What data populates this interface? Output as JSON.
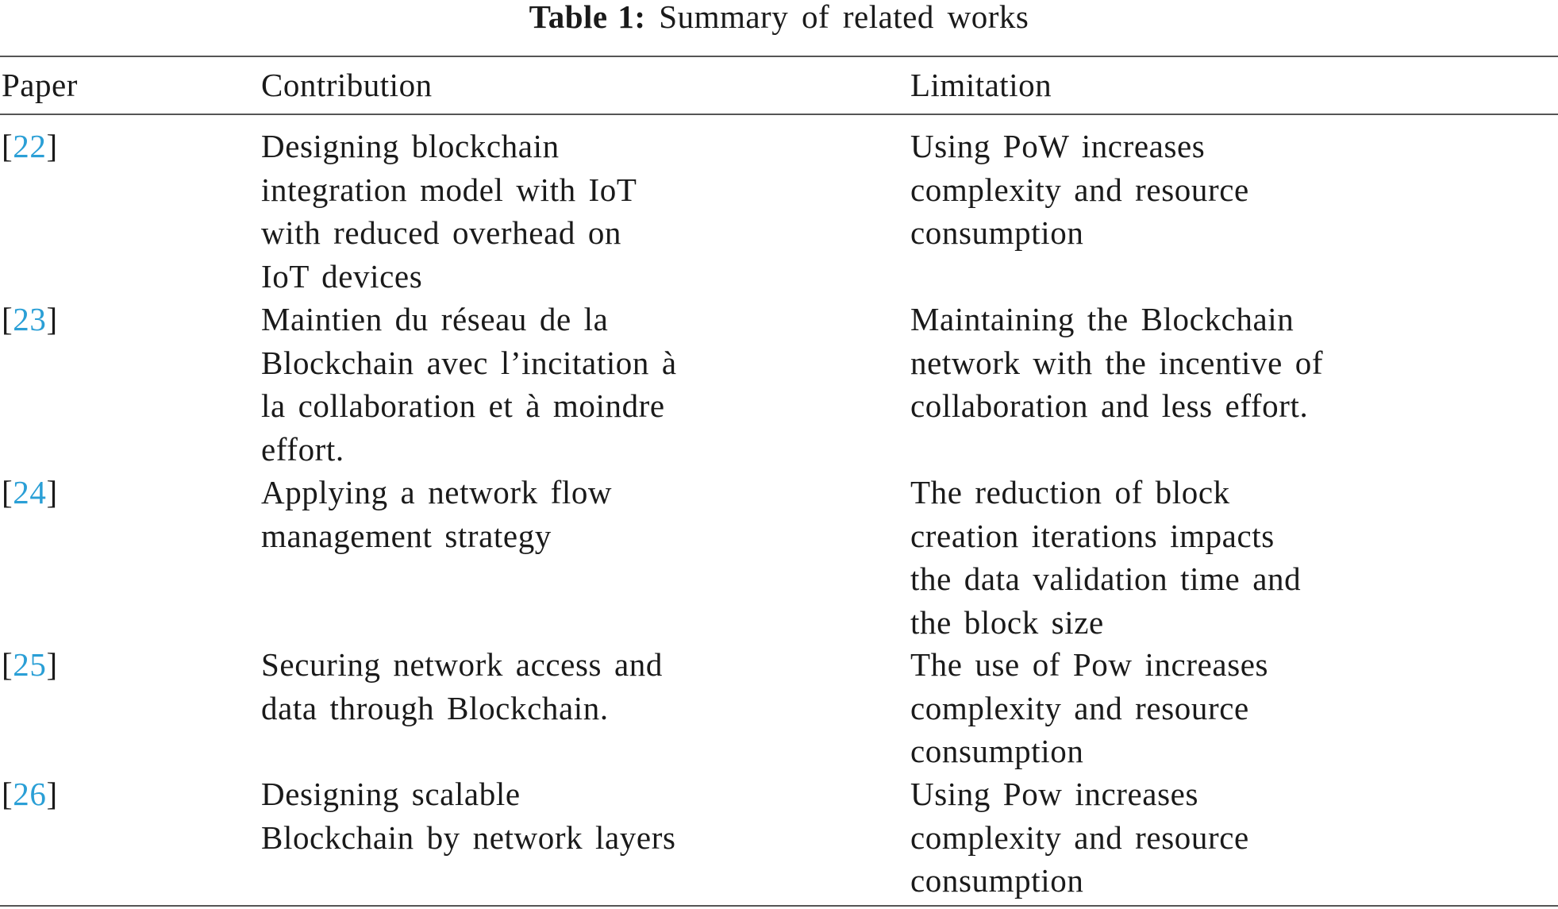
{
  "caption": {
    "label": "Table 1:",
    "text": "Summary of related works"
  },
  "columns": {
    "paper": "Paper",
    "contribution": "Contribution",
    "limitation": "Limitation"
  },
  "rows": [
    {
      "ref": "22",
      "contribution": [
        "Designing blockchain",
        "integration model with IoT",
        "with reduced overhead on",
        "IoT devices"
      ],
      "limitation": [
        "Using PoW increases",
        "complexity and resource",
        "consumption"
      ]
    },
    {
      "ref": "23",
      "contribution": [
        "Maintien du réseau de la",
        "Blockchain avec l’incitation à",
        "la collaboration et à moindre",
        "effort."
      ],
      "limitation": [
        "Maintaining the Blockchain",
        "network with the incentive of",
        "collaboration and less effort."
      ]
    },
    {
      "ref": "24",
      "contribution": [
        "Applying a network flow",
        "management strategy"
      ],
      "limitation": [
        "The reduction of block",
        "creation iterations impacts",
        "the data validation time and",
        "the block size"
      ]
    },
    {
      "ref": "25",
      "contribution": [
        "Securing network access and",
        "data through Blockchain."
      ],
      "limitation": [
        "The use of Pow increases",
        "complexity and resource",
        "consumption"
      ]
    },
    {
      "ref": "26",
      "contribution": [
        "Designing scalable",
        "Blockchain by network layers"
      ],
      "limitation": [
        "Using Pow increases",
        "complexity and resource",
        "consumption"
      ]
    }
  ],
  "colors": {
    "reference_link": "#2a9fd6",
    "text": "#1a1a1a",
    "rule": "#555555"
  }
}
